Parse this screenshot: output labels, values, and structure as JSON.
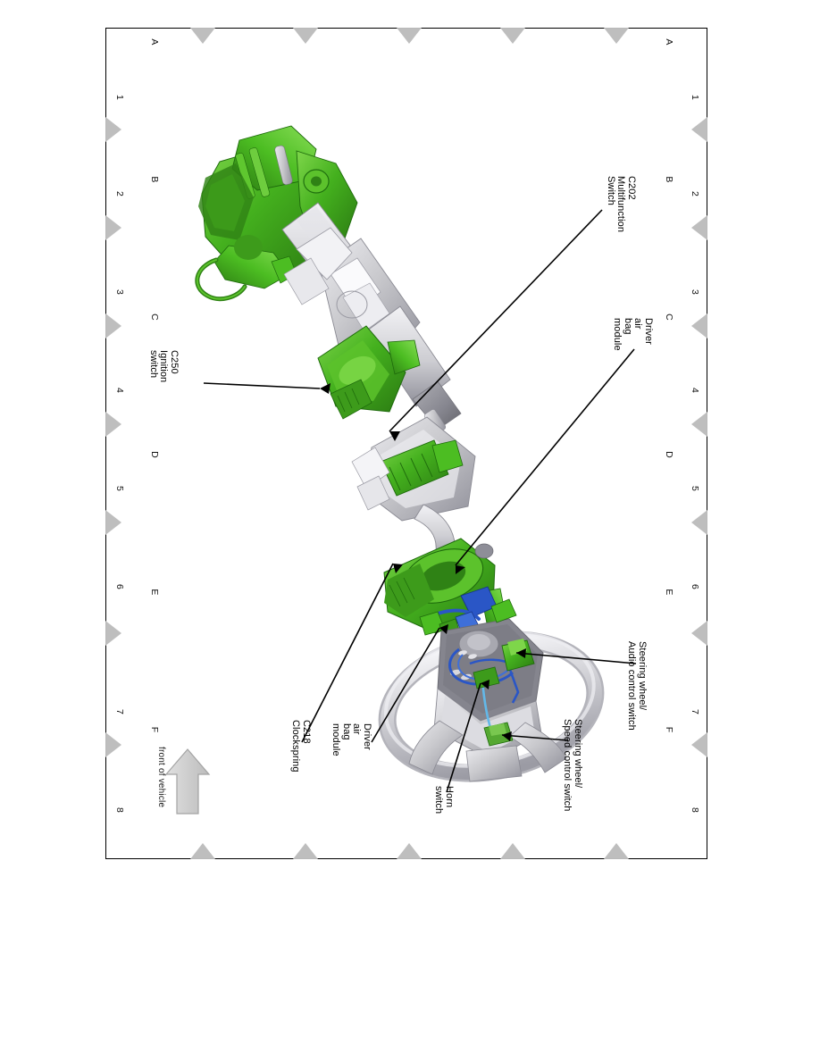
{
  "document": {
    "type": "exploded-view-service-diagram",
    "subject": "Steering column and steering wheel component locations"
  },
  "frame": {
    "columns_top": [
      "1",
      "2",
      "3",
      "4",
      "5",
      "6",
      "7",
      "8"
    ],
    "columns_bottom": [
      "1",
      "2",
      "3",
      "4",
      "5",
      "6",
      "7",
      "8"
    ],
    "rows_right": [
      "A",
      "B",
      "C",
      "D",
      "E",
      "F"
    ],
    "rows_left": [
      "A",
      "B",
      "C",
      "D",
      "E",
      "F"
    ]
  },
  "orientation": {
    "front_of_vehicle_label": "front of vehicle",
    "arrow_icon": "up-arrow-icon",
    "arrow_color": "#c8c8c8"
  },
  "callouts": [
    {
      "id": "c202-multifunction-switch",
      "lines": [
        "C202",
        "Multifunction",
        "Switch"
      ],
      "grid_ref": "A2"
    },
    {
      "id": "driver-air-bag-module-upper",
      "lines": [
        "Driver",
        "air",
        "bag",
        "module"
      ],
      "grid_ref": "B3"
    },
    {
      "id": "c250-ignition-switch",
      "lines": [
        "C250",
        "Ignition",
        "switch"
      ],
      "grid_ref": "E4"
    },
    {
      "id": "steering-wheel-audio-control-switch",
      "lines": [
        "Steering wheel/",
        "Audio control switch"
      ],
      "grid_ref": "A7"
    },
    {
      "id": "steering-wheel-speed-control-switch",
      "lines": [
        "Steering wheel/",
        "Speed control switch"
      ],
      "grid_ref": "B8"
    },
    {
      "id": "c218-clockspring",
      "lines": [
        "C218",
        "Clockspring"
      ],
      "grid_ref": "E7"
    },
    {
      "id": "driver-air-bag-module-lower",
      "lines": [
        "Driver",
        "air",
        "bag",
        "module"
      ],
      "grid_ref": "D7"
    },
    {
      "id": "horn-switch",
      "lines": [
        "Horn",
        "switch"
      ],
      "grid_ref": "C8"
    }
  ],
  "colors": {
    "highlight_green": "#44b01e",
    "highlight_green_dark": "#2f8215",
    "highlight_green_light": "#7ed64a",
    "component_grey": "#c9c9cd",
    "component_grey_dark": "#97979d",
    "component_grey_light": "#e4e4e8",
    "wire_blue": "#2a56c6",
    "wire_lightblue": "#63b8e8",
    "frame_black": "#000000",
    "tick_grey": "#bdbdbd"
  },
  "components": [
    {
      "name": "multifunction-switch-assembly",
      "color": "#44b01e"
    },
    {
      "name": "steering-column-shaft",
      "color": "#c9c9cd"
    },
    {
      "name": "ignition-switch-lock-housing",
      "color": "#44b01e"
    },
    {
      "name": "ignition-switch-connector",
      "color": "#44b01e"
    },
    {
      "name": "clockspring",
      "color": "#44b01e"
    },
    {
      "name": "clockspring-connector",
      "color": "#2a56c6"
    },
    {
      "name": "steering-wheel",
      "color": "#c9c9cd"
    },
    {
      "name": "audio-control-switch-connector",
      "color": "#44b01e"
    },
    {
      "name": "horn-switch-connector",
      "color": "#44b01e"
    },
    {
      "name": "speed-control-switch-connector",
      "color": "#44b01e"
    },
    {
      "name": "steering-wheel-wiring-harness",
      "color": "#2a56c6"
    }
  ]
}
